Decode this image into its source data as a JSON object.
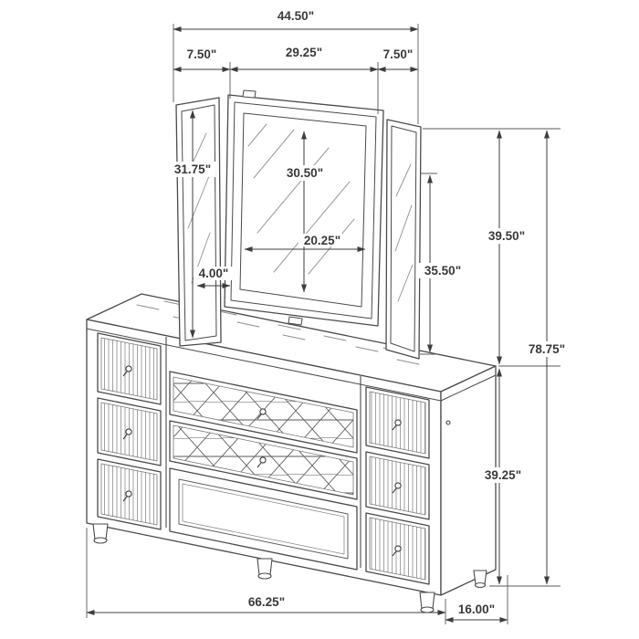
{
  "dims": {
    "mirror_overall_width": "44.50\"",
    "left_mirror_width": "7.50\"",
    "center_mirror_width": "29.25\"",
    "right_mirror_width": "7.50\"",
    "side_mirror_height": "31.75\"",
    "center_glass_height": "30.50\"",
    "center_glass_width": "20.25\"",
    "frame_offset": "4.00\"",
    "mirror_glass_height": "35.50\"",
    "mirror_assembly_height": "39.50\"",
    "overall_height": "78.75\"",
    "dresser_height": "39.25\"",
    "dresser_width": "66.25\"",
    "dresser_depth": "16.00\""
  }
}
